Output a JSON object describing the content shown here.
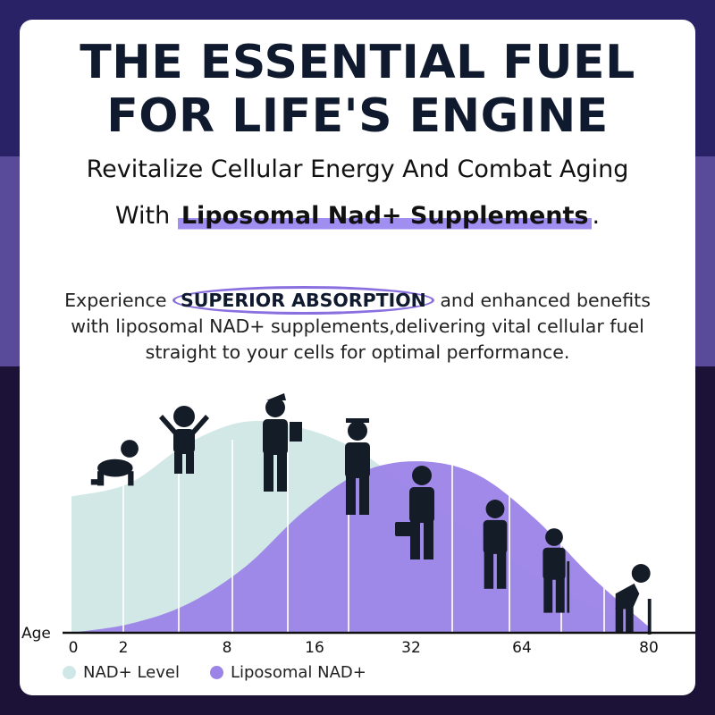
{
  "headline": {
    "line1": "THE ESSENTIAL FUEL",
    "line2": "FOR LIFE'S ENGINE"
  },
  "subheadline": {
    "line1": "Revitalize Cellular Energy And Combat Aging",
    "line2_prefix": "With ",
    "line2_highlight": "Liposomal Nad+ Supplements",
    "line2_suffix": "."
  },
  "body": {
    "line1_prefix": "Experience ",
    "line1_circled": "SUPERIOR ABSORPTION",
    "line1_suffix": " and enhanced benefits",
    "line2": "with liposomal NAD+ supplements,delivering vital cellular fuel",
    "line3": "straight to your cells for optimal performance."
  },
  "colors": {
    "nad_level": "#cfe7e6",
    "liposomal": "#9b83e8",
    "headline": "#0f1a2e",
    "highlight": "#a08ef0"
  },
  "chart_data": {
    "type": "area",
    "xlabel": "Age",
    "x_ticks": [
      "0",
      "2",
      "8",
      "16",
      "32",
      "64",
      "80"
    ],
    "series": [
      {
        "name": "NAD+ Level",
        "color": "#cfe7e6",
        "values": [
          0.62,
          0.68,
          0.86,
          0.96,
          0.93,
          0.82,
          0.62,
          0.44,
          0.26,
          0.12,
          0.03
        ]
      },
      {
        "name": "Liposomal NAD+",
        "color": "#9b83e8",
        "values": [
          0.0,
          0.04,
          0.13,
          0.3,
          0.55,
          0.73,
          0.78,
          0.72,
          0.52,
          0.25,
          0.02
        ]
      }
    ],
    "icons": [
      "crawling-baby-icon",
      "toddler-icon",
      "student-icon",
      "graduate-icon",
      "businessman-icon",
      "adult-icon",
      "senior-icon",
      "elderly-cane-icon"
    ],
    "legend_position": "bottom-left"
  }
}
